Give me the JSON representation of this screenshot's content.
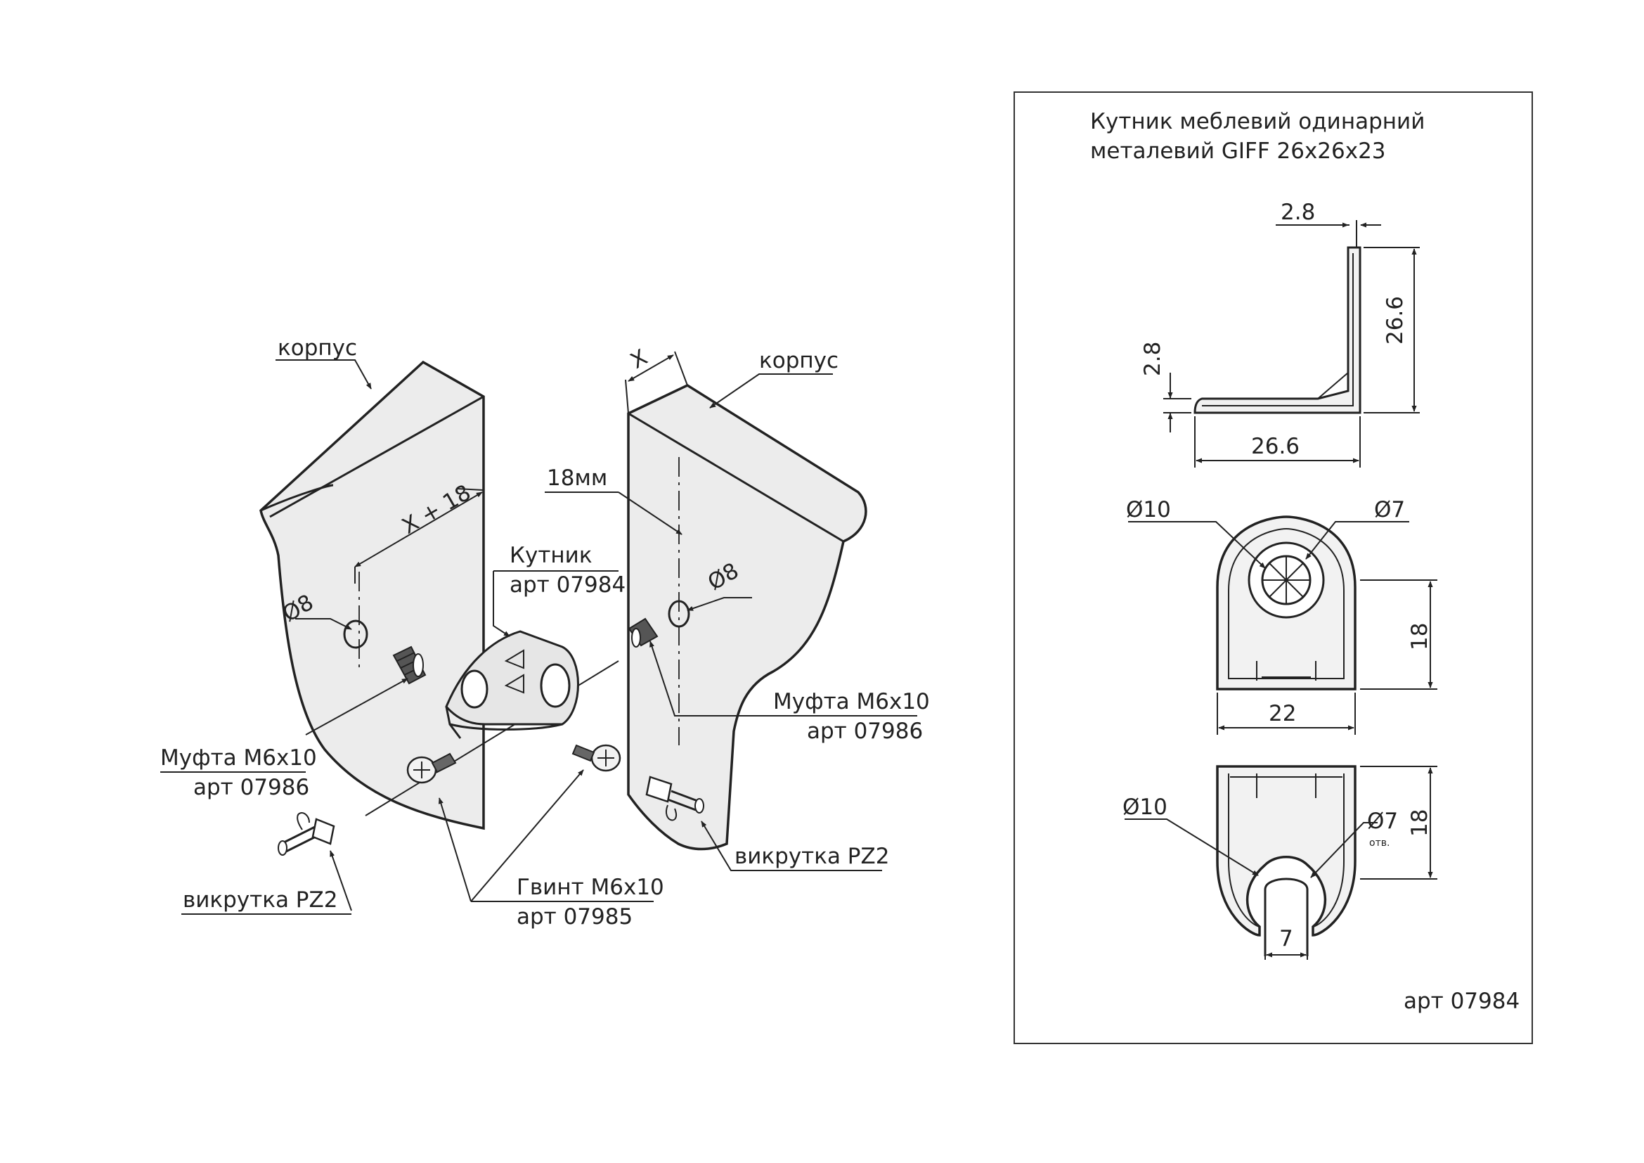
{
  "left": {
    "korpus_left": "корпус",
    "korpus_right": "корпус",
    "dim_x18": "X + 18",
    "dim_x": "X",
    "dim_18mm": "18мм",
    "hole_left": "Ø8",
    "hole_right": "Ø8",
    "angle_label": "Кутник",
    "angle_art": "арт 07984",
    "sleeve_right": "Муфта М6х10",
    "sleeve_right_art": "арт 07986",
    "sleeve_left": "Муфта М6х10",
    "sleeve_left_art": "арт 07986",
    "screw": "Гвинт  М6х10",
    "screw_art": "арт 07985",
    "driver_right": "викрутка PZ2",
    "driver_left": "викрутка PZ2"
  },
  "panel": {
    "title_line1": "Кутник меблевий одинарний",
    "title_line2": "металевий GIFF 26х26х23",
    "side": {
      "top": "2.8",
      "height": "26.6",
      "thickness": "2.8",
      "width": "26.6"
    },
    "front": {
      "outer_d": "Ø10",
      "inner_d": "Ø7",
      "height": "18",
      "width": "22"
    },
    "back": {
      "outer_d": "Ø10",
      "inner_d": "Ø7",
      "note": "отв.",
      "height": "18",
      "slot": "7"
    },
    "art": "арт 07984"
  }
}
